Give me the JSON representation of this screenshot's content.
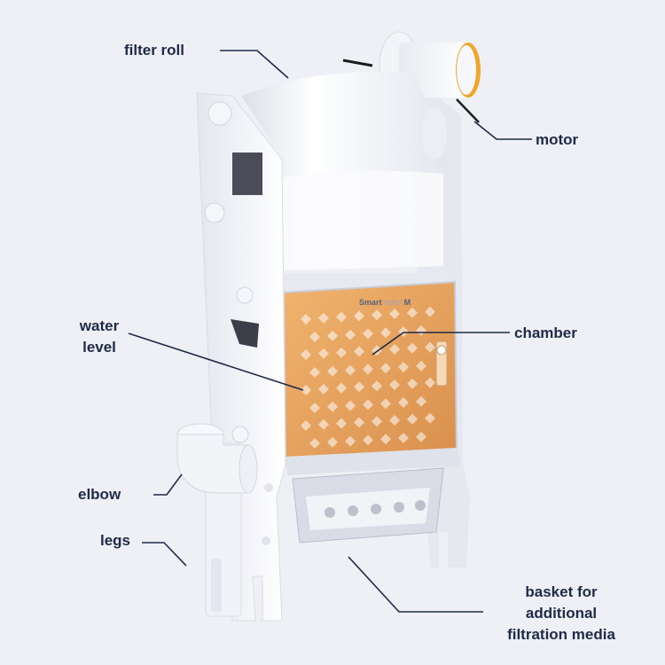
{
  "labels": {
    "filter_roll": "filter roll",
    "motor": "motor",
    "water_level_line1": "water",
    "water_level_line2": "level",
    "chamber": "chamber",
    "elbow": "elbow",
    "legs": "legs",
    "basket_line1": "basket for",
    "basket_line2": "additional",
    "basket_line3": "filtration media"
  },
  "device_logo": {
    "brand": "Smart",
    "product": "roller",
    "model": "M"
  },
  "colors": {
    "background": "#eef0f5",
    "label_text": "#1e2a48",
    "leader_line": "#1e2a48",
    "device_white": "#f7f7fb",
    "chamber_orange": "#e9a45e",
    "motor_accent": "#f0a52a"
  }
}
